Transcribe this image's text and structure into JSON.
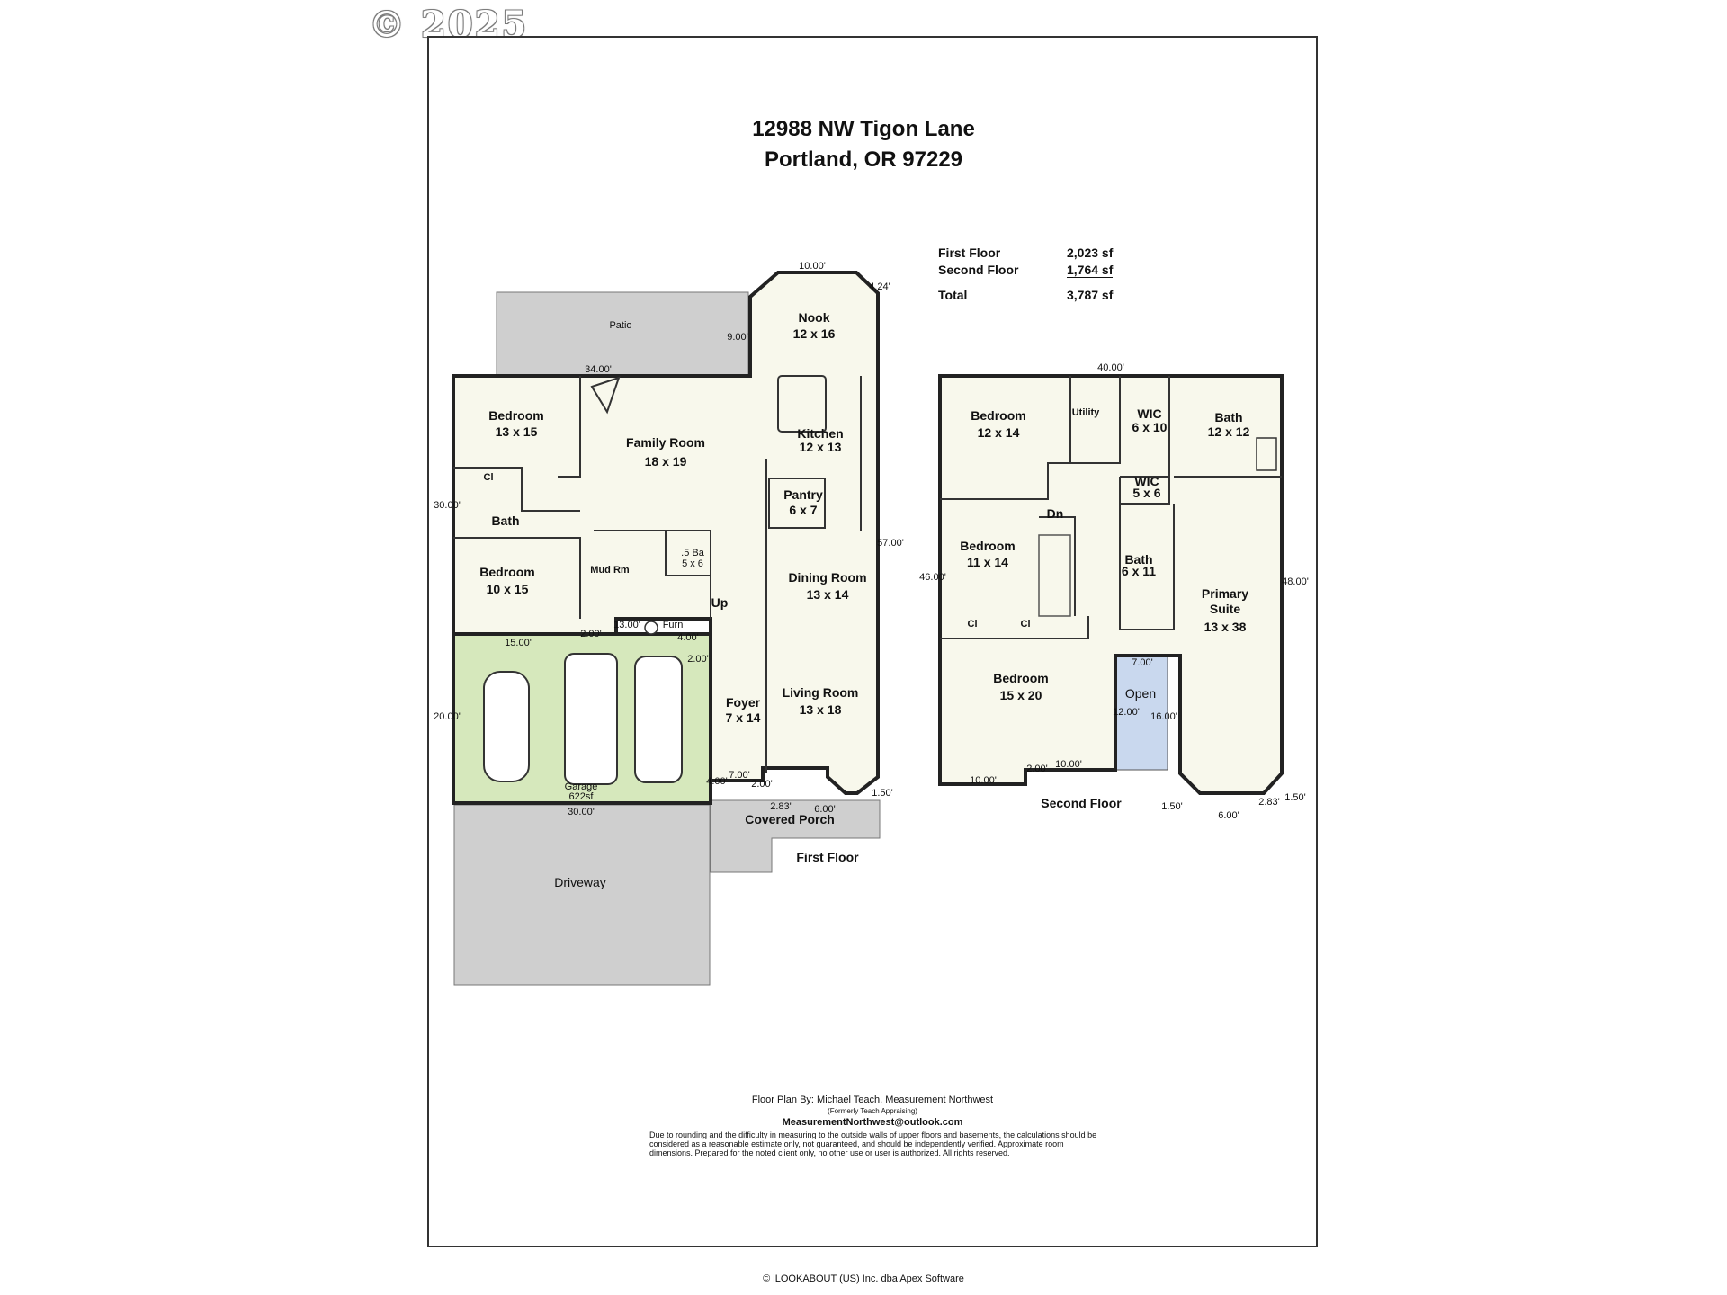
{
  "watermark": "© 2025",
  "title": {
    "line1": "12988 NW Tigon Lane",
    "line2": "Portland, OR 97229"
  },
  "area_table": {
    "rows": [
      {
        "label": "First Floor",
        "value": "2,023 sf"
      },
      {
        "label": "Second Floor",
        "value": "1,764 sf"
      }
    ],
    "total": {
      "label": "Total",
      "value": "3,787 sf"
    }
  },
  "first_floor": {
    "label": "First Floor",
    "outdoor": {
      "patio": "Patio",
      "driveway": "Driveway",
      "covered_porch": "Covered Porch"
    },
    "rooms": {
      "bedroom1": {
        "name": "Bedroom",
        "size": "13 x 15"
      },
      "family_room": {
        "name": "Family Room",
        "size": "18 x 19"
      },
      "nook": {
        "name": "Nook",
        "size": "12 x 16"
      },
      "kitchen": {
        "name": "Kitchen",
        "size": "12 x 13"
      },
      "pantry": {
        "name": "Pantry",
        "size": "6 x 7"
      },
      "bath": {
        "name": "Bath"
      },
      "bedroom2": {
        "name": "Bedroom",
        "size": "10 x 15"
      },
      "mud_room": {
        "name": "Mud Rm"
      },
      "half_bath": {
        "name": ".5 Ba",
        "size": "5 x 6"
      },
      "up": "Up",
      "dining_room": {
        "name": "Dining Room",
        "size": "13 x 14"
      },
      "living_room": {
        "name": "Living Room",
        "size": "13 x 18"
      },
      "foyer": {
        "name": "Foyer",
        "size": "7 x 14"
      },
      "furnace": "Furn",
      "garage": {
        "name": "Garage",
        "size": "622sf"
      },
      "closet": "Cl"
    },
    "dimensions": {
      "nook_top": "10.00'",
      "nook_corner": "4.24'",
      "patio_side": "9.00'",
      "house_top": "34.00'",
      "left_side": "30.00'",
      "right_side": "57.00'",
      "mud_width": "13.00'",
      "mud_gap": "2.00'",
      "garage_width": "15.00'",
      "garage_side": "20.00'",
      "garage_bottom": "30.00'",
      "stair_a": "4.00'",
      "stair_b": "2.00'",
      "porch_a": "7.00'",
      "porch_b": "4.00'",
      "porch_c": "2.00'",
      "bay_corner": "2.83'",
      "bay_front": "6.00'",
      "bay_side": "1.50'"
    }
  },
  "second_floor": {
    "label": "Second Floor",
    "rooms": {
      "bedroom1": {
        "name": "Bedroom",
        "size": "12 x 14"
      },
      "utility": {
        "name": "Utility"
      },
      "wic1": {
        "name": "WIC",
        "size": "6 x 10"
      },
      "bath1": {
        "name": "Bath",
        "size": "12 x 12"
      },
      "wic2": {
        "name": "WIC",
        "size": "5 x 6"
      },
      "down": "Dn",
      "bedroom2": {
        "name": "Bedroom",
        "size": "11 x 14"
      },
      "bath2": {
        "name": "Bath",
        "size": "6 x 11"
      },
      "primary": {
        "name": "Primary",
        "name2": "Suite",
        "size": "13 x 38"
      },
      "bedroom3": {
        "name": "Bedroom",
        "size": "15 x 20"
      },
      "open": {
        "name": "Open"
      },
      "closet": "Cl"
    },
    "dimensions": {
      "top": "40.00'",
      "left_side": "46.00'",
      "right_side": "48.00'",
      "open_width": "7.00'",
      "open_a": "12.00'",
      "open_b": "16.00'",
      "bottom_a": "10.00'",
      "bottom_b": "10.00'",
      "bottom_step": "2.00'",
      "bay_a": "1.50'",
      "bay_front": "6.00'",
      "bay_corner": "2.83'",
      "bay_b": "1.50'"
    }
  },
  "credits": {
    "by": "Floor Plan By: Michael Teach, Measurement Northwest",
    "formerly": "(Formerly Teach Appraising)",
    "email": "MeasurementNorthwest@outlook.com",
    "disclaimer": "Due to rounding and the difficulty in measuring to the outside walls of upper floors and basements, the calculations should be considered as a reasonable estimate only, not guaranteed, and should be independently verified. Approximate room dimensions. Prepared for the noted client only, no other use or user is authorized. All rights reserved."
  },
  "footer": "© iLOOKABOUT (US) Inc. dba Apex Software",
  "colors": {
    "garage": "#d6e8bc",
    "outdoor": "#cfcfcf",
    "floor": "#f8f8ec",
    "open": "#c9d8ee"
  }
}
